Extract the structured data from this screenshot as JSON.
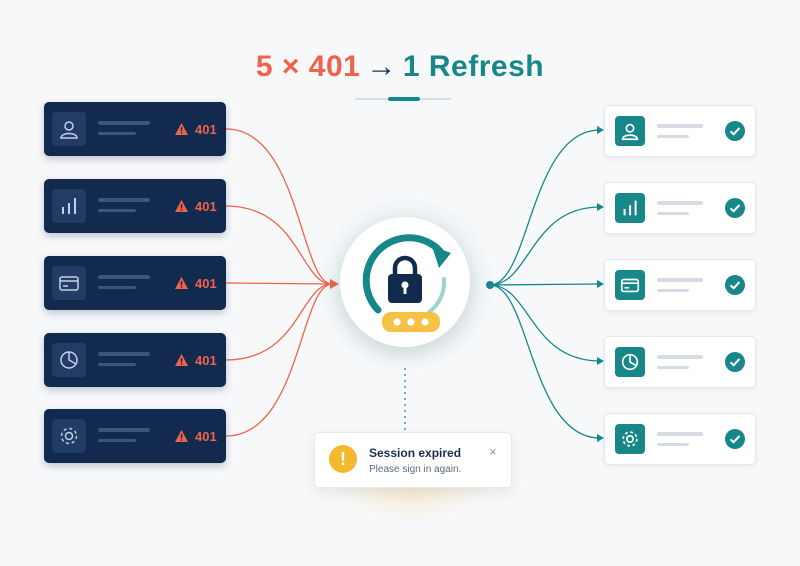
{
  "title": {
    "part1": "5 × 401",
    "arrow": "→",
    "part2": "1 Refresh"
  },
  "failed_requests": [
    {
      "icon": "user-icon",
      "status": "401"
    },
    {
      "icon": "bar-chart-icon",
      "status": "401"
    },
    {
      "icon": "credit-card-icon",
      "status": "401"
    },
    {
      "icon": "pie-chart-icon",
      "status": "401"
    },
    {
      "icon": "gear-icon",
      "status": "401"
    }
  ],
  "hub": {
    "icon": "lock-refresh-icon"
  },
  "succeeded_requests": [
    {
      "icon": "user-icon",
      "status_icon": "check-icon"
    },
    {
      "icon": "bar-chart-icon",
      "status_icon": "check-icon"
    },
    {
      "icon": "credit-card-icon",
      "status_icon": "check-icon"
    },
    {
      "icon": "pie-chart-icon",
      "status_icon": "check-icon"
    },
    {
      "icon": "gear-icon",
      "status_icon": "check-icon"
    }
  ],
  "toast": {
    "icon": "warning-icon",
    "icon_glyph": "!",
    "title": "Session expired",
    "message": "Please sign in again.",
    "close_glyph": "×"
  },
  "colors": {
    "error": "#f0634a",
    "success": "#17878a",
    "navy": "#132a4f",
    "warning": "#f5b930"
  }
}
